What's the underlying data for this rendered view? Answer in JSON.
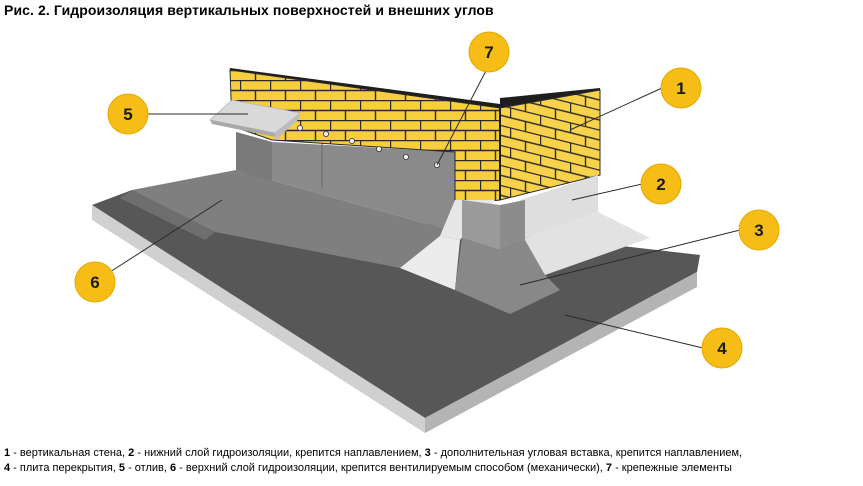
{
  "title": "Рис. 2. Гидроизоляция вертикальных поверхностей и внешних углов",
  "callouts": [
    {
      "num": "1"
    },
    {
      "num": "2"
    },
    {
      "num": "3"
    },
    {
      "num": "4"
    },
    {
      "num": "5"
    },
    {
      "num": "6"
    },
    {
      "num": "7"
    }
  ],
  "legend": {
    "line1": [
      {
        "num": "1",
        "text": " - вертикальная стена, "
      },
      {
        "num": "2",
        "text": " - нижний слой гидроизоляции, крепится наплавлением, "
      },
      {
        "num": "3",
        "text": " - дополнительная угловая вставка, крепится наплавлением,"
      }
    ],
    "line2": [
      {
        "num": "4",
        "text": " - плита перекрытия, "
      },
      {
        "num": "5",
        "text": " - отлив, "
      },
      {
        "num": "6",
        "text": " - верхний слой гидроизоляции, крепится вентилируемым способом (механически), "
      },
      {
        "num": "7",
        "text": " - крепежные элементы"
      }
    ]
  },
  "colors": {
    "brick": "#f7cf3c",
    "mortar": "#2a2a2a",
    "membrane": "#7d7d7d",
    "slab_top": "#595959",
    "slab_edge": "#c9c9c9",
    "callout": "#f6bd16"
  }
}
